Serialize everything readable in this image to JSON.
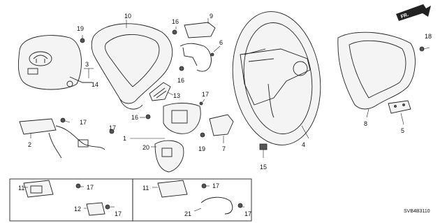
{
  "diagram": {
    "code": "SVB4B3110",
    "direction_badge": "FR.",
    "callouts": [
      "1",
      "2",
      "3",
      "4",
      "5",
      "6",
      "7",
      "8",
      "9",
      "10",
      "11",
      "12",
      "13",
      "14",
      "15",
      "16",
      "17",
      "18",
      "19",
      "20",
      "21"
    ]
  }
}
